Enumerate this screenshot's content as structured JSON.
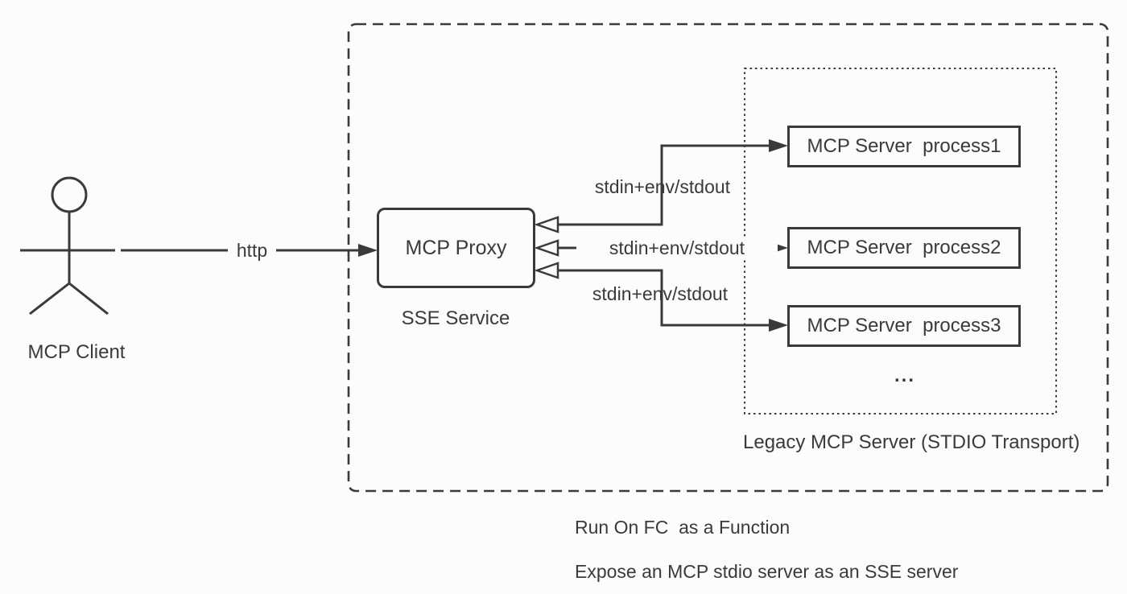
{
  "diagram": {
    "client": {
      "label": "MCP Client"
    },
    "http_label": "http",
    "proxy": {
      "label": "MCP Proxy",
      "sublabel": "SSE Service"
    },
    "connections": [
      {
        "label": "stdin+env/stdout"
      },
      {
        "label": "stdin+env/stdout"
      },
      {
        "label": "stdin+env/stdout"
      }
    ],
    "servers": [
      {
        "label": "MCP Server  process1"
      },
      {
        "label": "MCP Server  process2"
      },
      {
        "label": "MCP Server  process3"
      }
    ],
    "ellipsis": "...",
    "legacy_group_label": "Legacy MCP Server (STDIO Transport)",
    "notes": [
      "Run On FC  as a Function",
      "Expose an MCP stdio server as an SSE server"
    ],
    "colors": {
      "stroke": "#3a3a3a",
      "background": "#fcfcfc"
    }
  }
}
